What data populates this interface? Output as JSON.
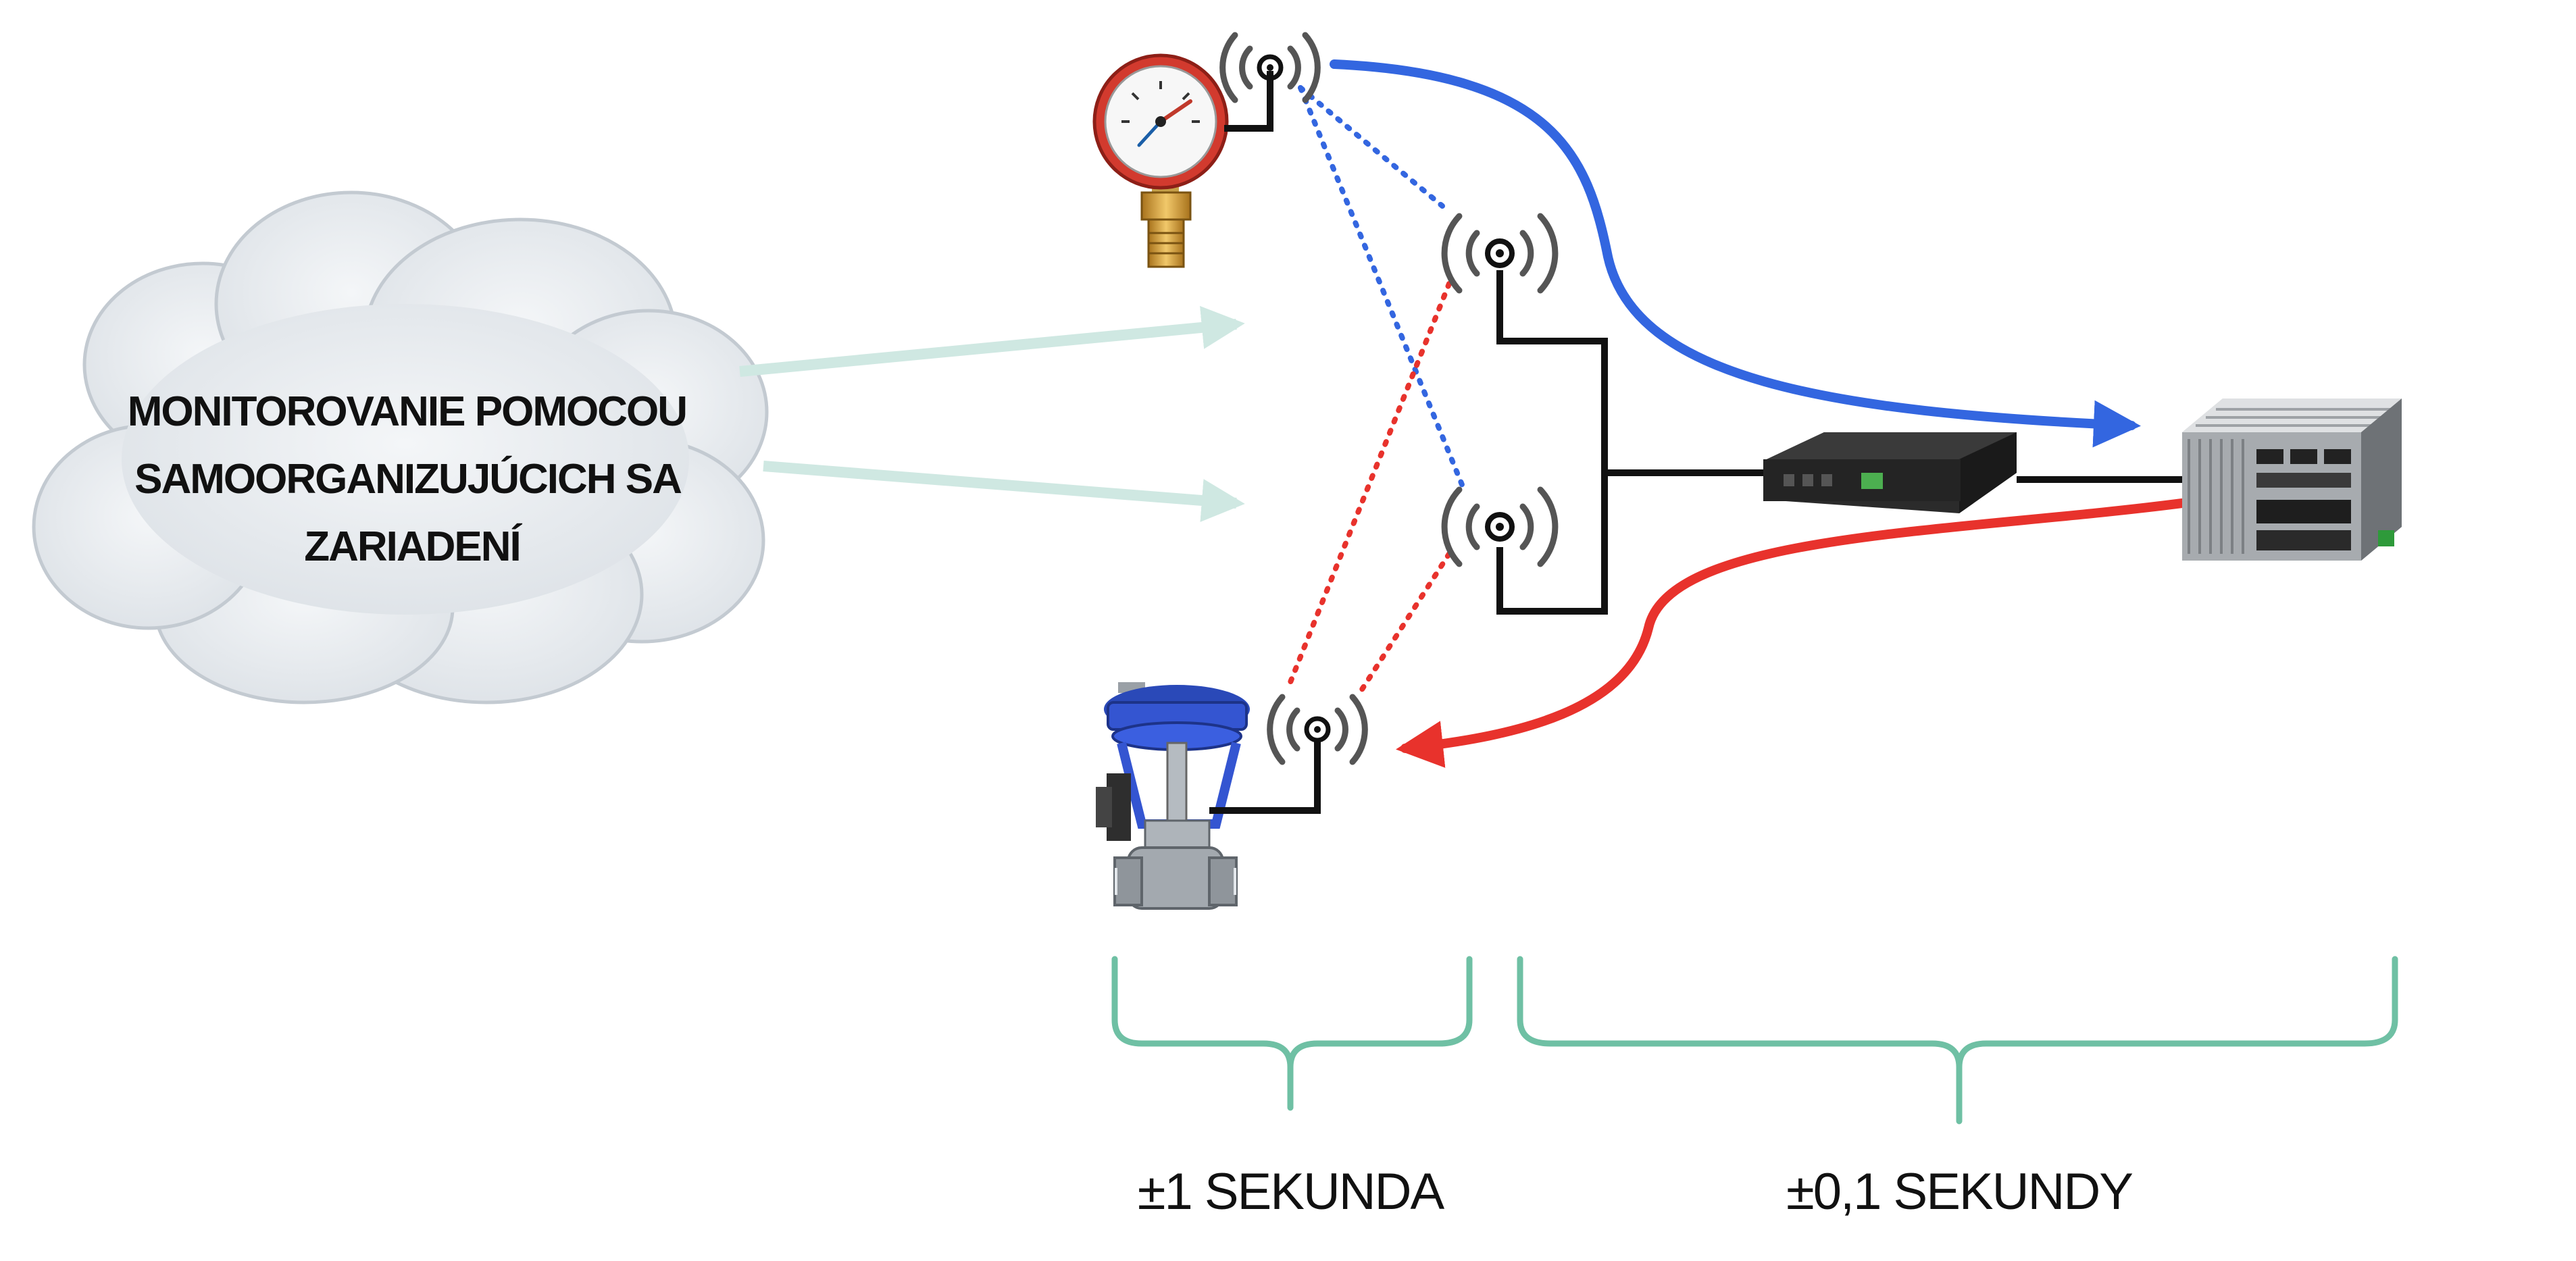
{
  "cloud": {
    "label_lines": [
      "MONITOROVANIE POMOCOU",
      "SAMOORGANIZUJÚCICH SA",
      "ZARIADENÍ"
    ]
  },
  "timing": {
    "local_label": "±1 SEKUNDA",
    "controller_label": "±0,1 SEKUNDY"
  },
  "colors": {
    "sensor_link": "#3366e0",
    "actuator_link": "#e8322c",
    "bracket": "#6fc0a4",
    "cloud_arrow": "#cfe8e2",
    "wire": "#111111"
  },
  "icons": {
    "pressure_gauge": "pressure-gauge-icon",
    "valve": "control-valve-icon",
    "wireless": "wireless-antenna-icon",
    "switch": "network-switch-icon",
    "controller": "industrial-pc-icon"
  }
}
